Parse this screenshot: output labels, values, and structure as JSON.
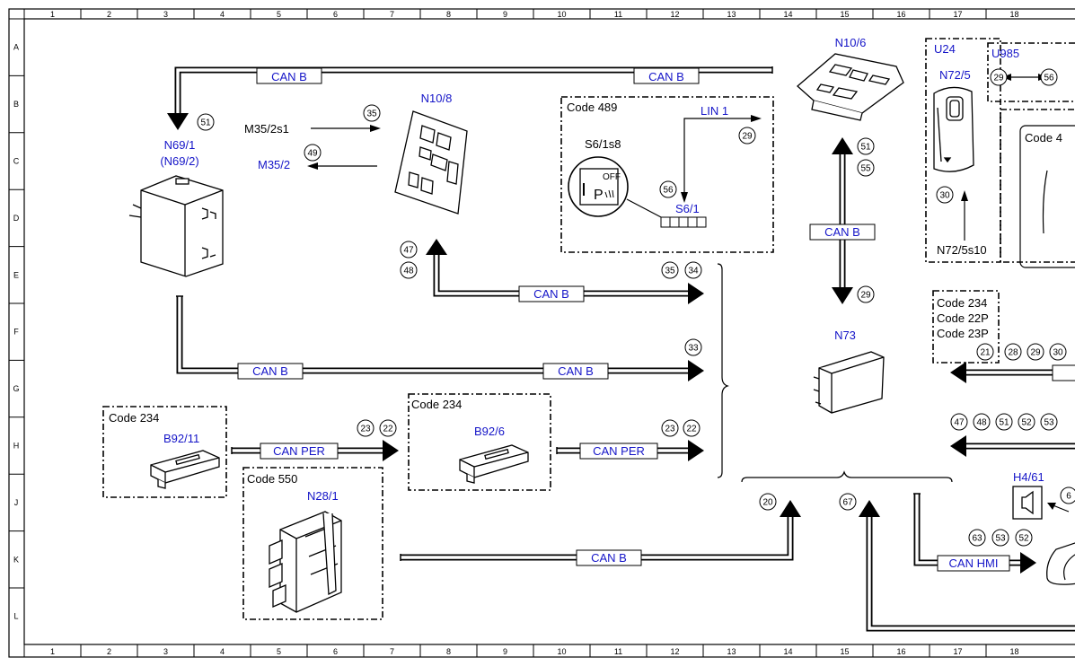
{
  "grid": {
    "columns": [
      "1",
      "2",
      "3",
      "4",
      "5",
      "6",
      "7",
      "8",
      "9",
      "10",
      "11",
      "12",
      "13",
      "14",
      "15",
      "16",
      "17",
      "18"
    ],
    "rows": [
      "A",
      "B",
      "C",
      "D",
      "E",
      "F",
      "G",
      "H",
      "J",
      "K",
      "L"
    ]
  },
  "components": {
    "n69_1": "N69/1",
    "n69_2": "(N69/2)",
    "m35_2s1": "M35/2s1",
    "m35_2": "M35/2",
    "n10_8": "N10/8",
    "n10_6": "N10/6",
    "s6_1s8": "S6/1s8",
    "s6_1": "S6/1",
    "u24": "U24",
    "n72_5": "N72/5",
    "n72_5s10": "N72/5s10",
    "u985": "U985",
    "n73": "N73",
    "b92_11": "B92/11",
    "b92_6": "B92/6",
    "n28_1": "N28/1",
    "h4_61": "H4/61"
  },
  "codes": {
    "c489": "Code 489",
    "c234": "Code 234",
    "c550": "Code 550",
    "c22p": "Code 22P",
    "c23p": "Code 23P",
    "c4_partial": "Code 4"
  },
  "buses": {
    "can_b": "CAN B",
    "can_per": "CAN PER",
    "can_hmi": "CAN HMI",
    "lin1": "LIN 1"
  },
  "switch_glyph": {
    "off": "OFF",
    "p": "P"
  },
  "refs": [
    "51",
    "35",
    "49",
    "47",
    "48",
    "35",
    "34",
    "33",
    "23",
    "22",
    "23",
    "22",
    "29",
    "56",
    "51",
    "55",
    "29",
    "29",
    "56",
    "30",
    "21",
    "28",
    "29",
    "30",
    "47",
    "48",
    "51",
    "52",
    "53",
    "20",
    "67",
    "63",
    "53",
    "52",
    "6"
  ]
}
